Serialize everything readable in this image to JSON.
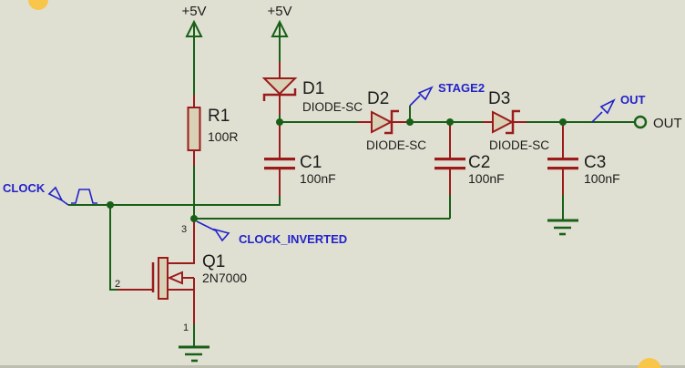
{
  "colors": {
    "background": "#e0e0d2",
    "wire_green": "#186018",
    "component_red": "#9b1b1b",
    "component_body_fill": "#d8d1b5",
    "net_label_blue": "#2222cc",
    "text_black": "#1c1c1c",
    "cursor_highlight_yellow": "#f8c64b"
  },
  "power_labels": {
    "left": "+5V",
    "right": "+5V"
  },
  "components": {
    "r1": {
      "ref": "R1",
      "value": "100R"
    },
    "d1": {
      "ref": "D1",
      "value": "DIODE-SC"
    },
    "d2": {
      "ref": "D2",
      "value": "DIODE-SC"
    },
    "d3": {
      "ref": "D3",
      "value": "DIODE-SC"
    },
    "c1": {
      "ref": "C1",
      "value": "100nF"
    },
    "c2": {
      "ref": "C2",
      "value": "100nF"
    },
    "c3": {
      "ref": "C3",
      "value": "100nF"
    },
    "q1": {
      "ref": "Q1",
      "value": "2N7000",
      "pin_drain": "3",
      "pin_gate": "2",
      "pin_source": "1"
    }
  },
  "net_labels": {
    "clock": "CLOCK",
    "clock_inverted": "CLOCK_INVERTED",
    "stage2": "STAGE2",
    "out": "OUT"
  },
  "terminals": {
    "out": "OUT"
  }
}
